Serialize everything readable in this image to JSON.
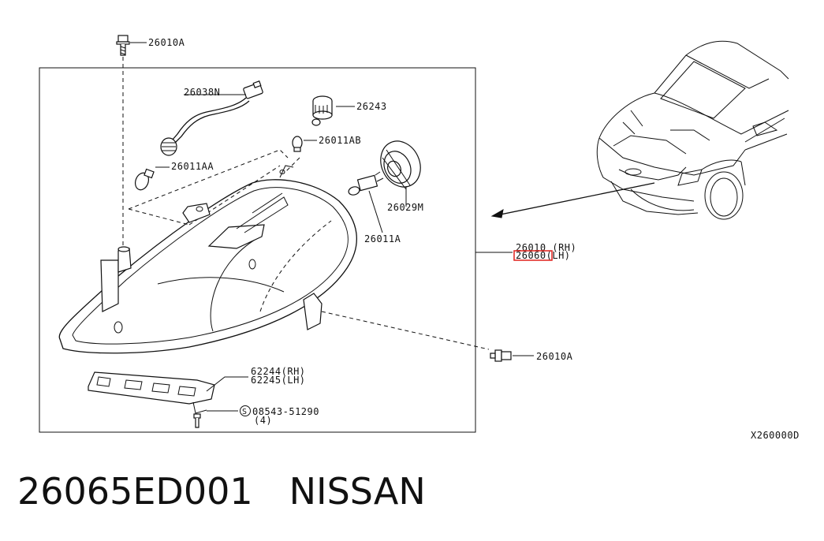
{
  "labels": {
    "bolt_top": "26010A",
    "harness": "26038N",
    "socket_top": "26243",
    "bulb_small": "26011AB",
    "bulb_left": "26011AA",
    "cap": "26029M",
    "bulb_main": "26011A",
    "assy_rh": "26010 (RH)",
    "assy_lh": "26060(LH)",
    "bolt_right": "26010A",
    "bracket_rh": "62244(RH)",
    "bracket_lh": "62245(LH)",
    "screw": "08543-51290",
    "screw_qty": "(4)",
    "screw_symbol": "S",
    "figure_code": "X260000D"
  },
  "caption": {
    "part_number": "26065ED001",
    "brand": "NISSAN"
  },
  "colors": {
    "line": "#111111",
    "highlight": "#e0201c",
    "background": "#ffffff"
  }
}
